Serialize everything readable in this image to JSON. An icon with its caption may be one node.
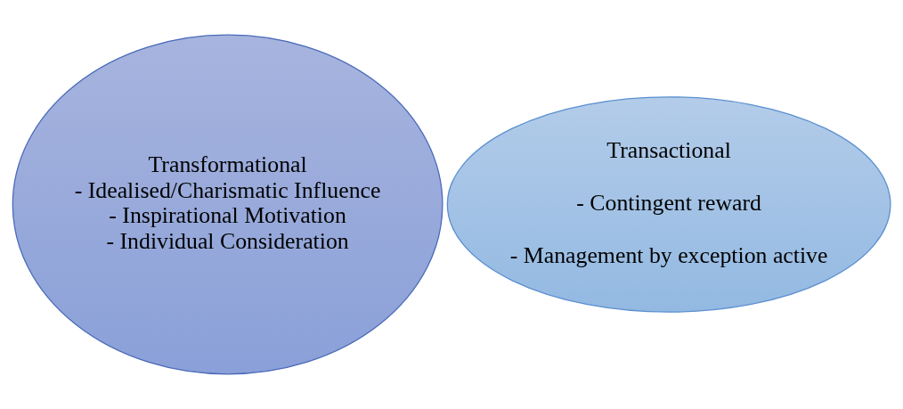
{
  "diagram": {
    "nodes": [
      {
        "text": [
          "Transformational",
          "- Idealised/Charismatic Influence",
          "- Inspirational Motivation",
          "- Individual Consideration"
        ]
      },
      {
        "text": [
          "Transactional",
          "- Contingent reward",
          "- Management by exception active"
        ]
      }
    ]
  }
}
